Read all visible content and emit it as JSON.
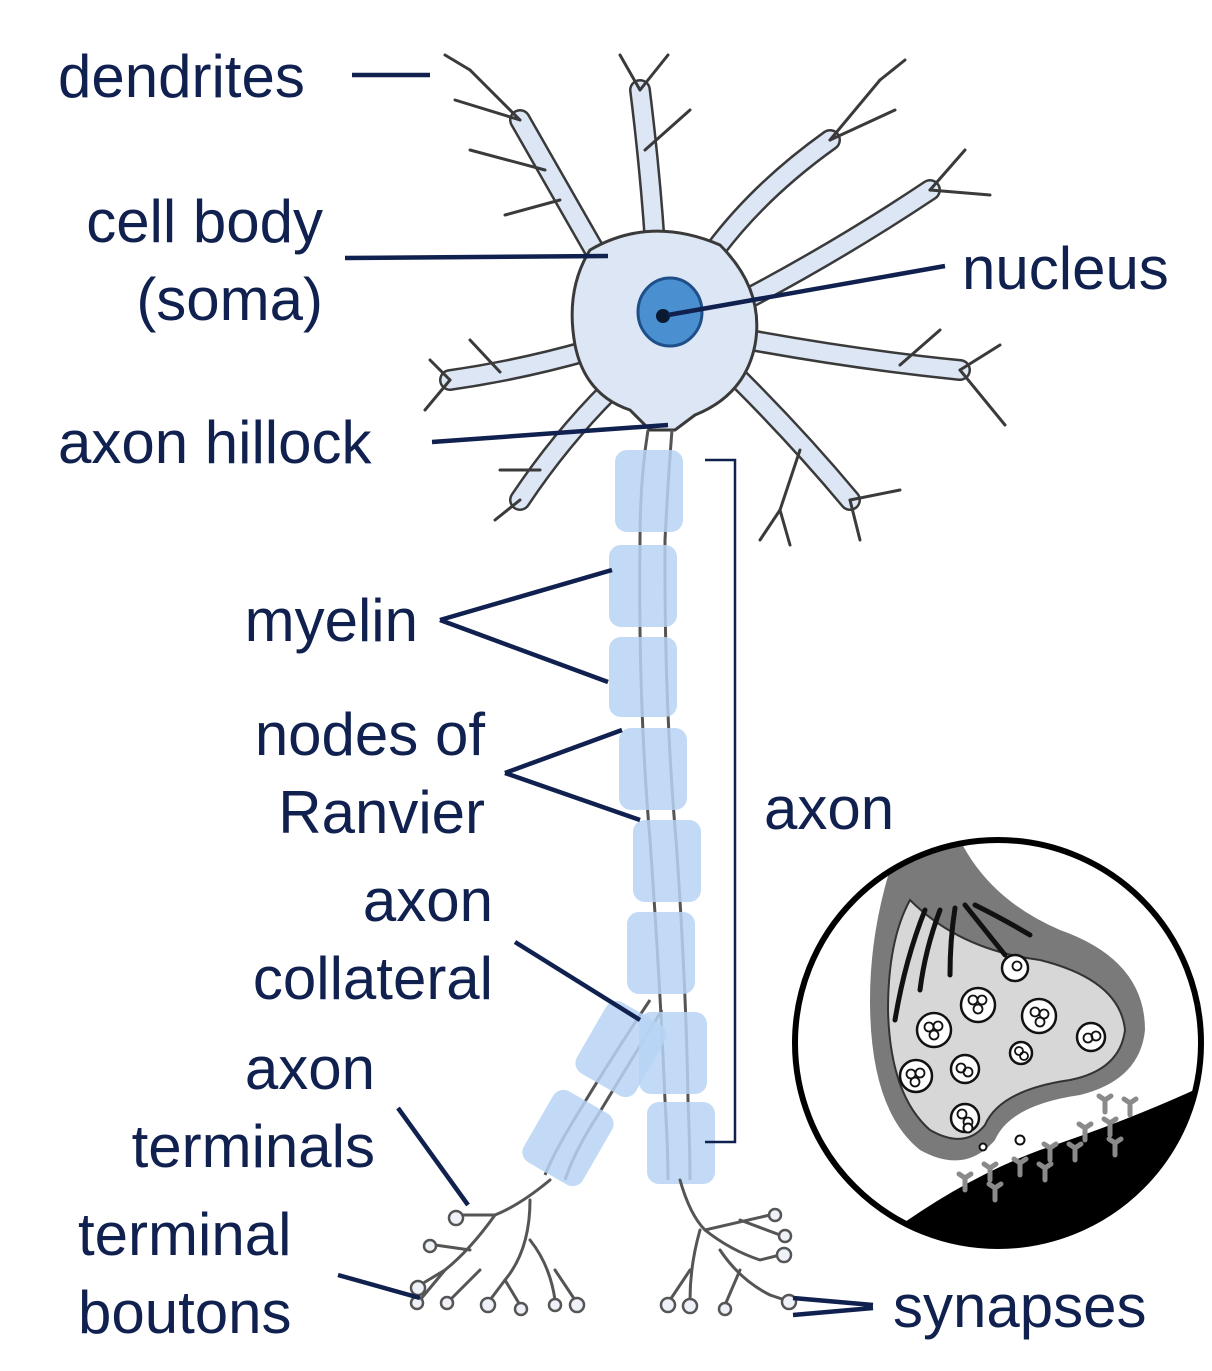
{
  "labels": {
    "dendrites": "dendrites",
    "cell_body_1": "cell body",
    "cell_body_2": "(soma)",
    "nucleus": "nucleus",
    "axon_hillock": "axon hillock",
    "myelin": "myelin",
    "nodes_1": "nodes of",
    "nodes_2": "Ranvier",
    "axon": "axon",
    "collateral_1": "axon",
    "collateral_2": "collateral",
    "terminals_1": "axon",
    "terminals_2": "terminals",
    "boutons_1": "terminal",
    "boutons_2": "boutons",
    "synapses": "synapses"
  },
  "colors": {
    "label_text": "#10204f",
    "leader_line": "#10204f",
    "cell_fill": "#dce6f5",
    "cell_outline": "#3a3a3a",
    "nucleus_fill": "#4a8fd0",
    "myelin_fill": "#b7d3f5",
    "inset_dark_gray": "#7a7a7a",
    "inset_light_gray": "#d7d7d7",
    "postsynaptic_fill": "#000000"
  }
}
